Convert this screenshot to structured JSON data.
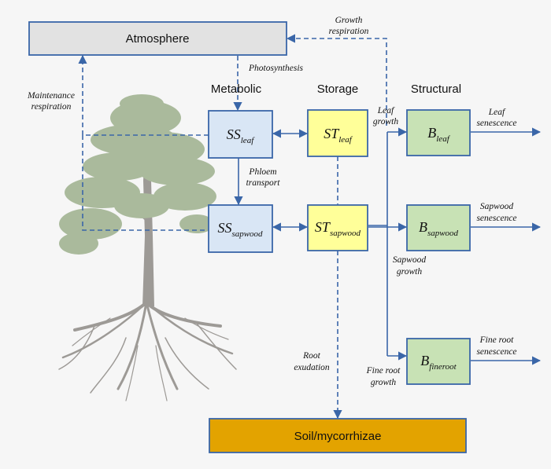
{
  "pools": {
    "atmosphere": "Atmosphere",
    "soil": "Soil/mycorrhizae",
    "ss_leaf": {
      "main": "SS",
      "sub": "leaf"
    },
    "ss_sapwood": {
      "main": "SS",
      "sub": "sapwood"
    },
    "st_leaf": {
      "main": "ST",
      "sub": "leaf"
    },
    "st_sapwood": {
      "main": "ST",
      "sub": "sapwood"
    },
    "b_leaf": {
      "main": "B",
      "sub": "leaf"
    },
    "b_sapwood": {
      "main": "B",
      "sub": "sapwood"
    },
    "b_fineroot": {
      "main": "B",
      "sub": "fineroot"
    }
  },
  "columns": {
    "metabolic": "Metabolic",
    "storage": "Storage",
    "structural": "Structural"
  },
  "fluxes": {
    "growth_respiration": [
      "Growth",
      "respiration"
    ],
    "photosynthesis": "Photosynthesis",
    "maintenance_respiration": [
      "Maintenance",
      "respiration"
    ],
    "phloem_transport": [
      "Phloem",
      "transport"
    ],
    "leaf_growth": [
      "Leaf",
      "growth"
    ],
    "sapwood_growth": [
      "Sapwood",
      "growth"
    ],
    "fineroot_growth": [
      "Fine root",
      "growth"
    ],
    "root_exudation": [
      "Root",
      "exudation"
    ],
    "leaf_senescence": [
      "Leaf",
      "senescence"
    ],
    "sapwood_senescence": [
      "Sapwood",
      "senescence"
    ],
    "fineroot_senescence": [
      "Fine root",
      "senescence"
    ]
  },
  "colors": {
    "arrow": "#3a66a8",
    "atmosphere_fill": "#e2e2e2",
    "metabolic_fill": "#d9e6f5",
    "storage_fill": "#ffff99",
    "structural_fill": "#c8e2b5",
    "soil_fill": "#e3a300",
    "tree_foliage": "#9db08d",
    "tree_trunk": "#8e8a86"
  },
  "icons": {
    "tree": "pine-tree-with-roots-illustration"
  }
}
